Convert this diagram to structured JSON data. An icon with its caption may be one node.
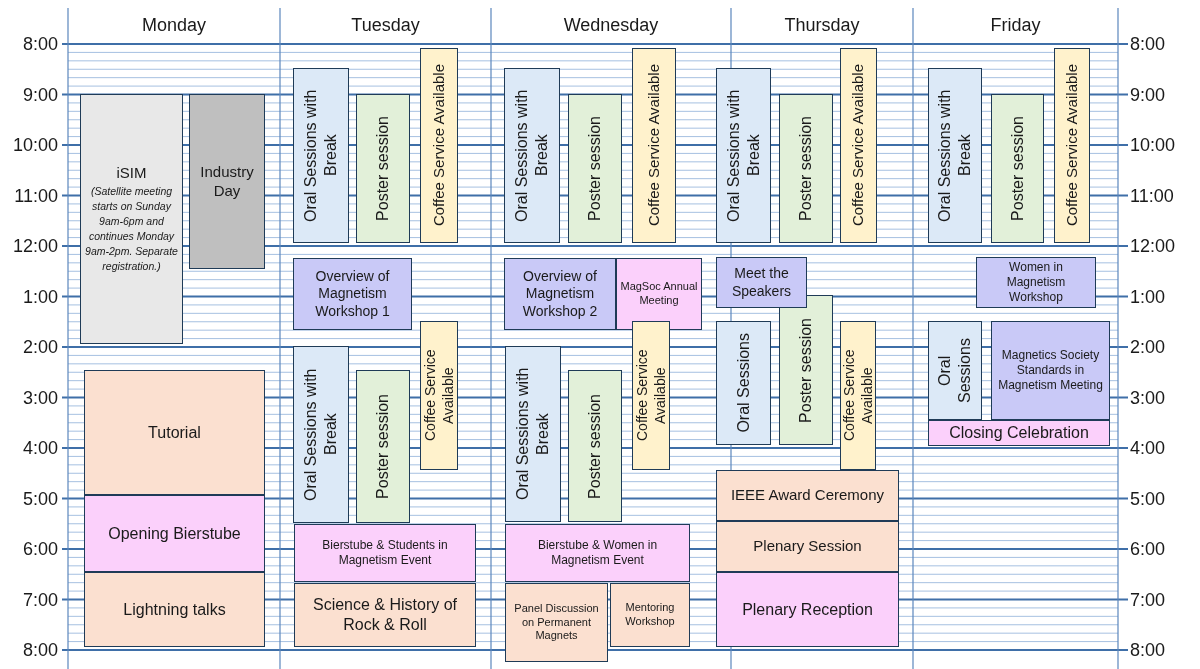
{
  "diagram": {
    "nodes": [
      {
        "text": [
          "iSIM",
          "(Satellite meeting starts on Sunday 9am-6pm and continues Monday 9am-2pm. Separate registration.)"
        ]
      },
      {
        "text": [
          "Industry Day"
        ]
      },
      {
        "text": [
          "Tutorial"
        ]
      },
      {
        "text": [
          "Opening Bierstube"
        ]
      },
      {
        "text": [
          "Lightning talks"
        ]
      },
      {
        "text": [
          "Oral Sessions with Break"
        ]
      },
      {
        "text": [
          "Poster session"
        ]
      },
      {
        "text": [
          "Coffee Service Available"
        ]
      },
      {
        "text": [
          "Overview of Magnetism Workshop 1"
        ]
      },
      {
        "text": [
          "Oral Sessions with Break"
        ]
      },
      {
        "text": [
          "Poster session"
        ]
      },
      {
        "text": [
          "Coffee Service Available"
        ]
      },
      {
        "text": [
          "Bierstube & Students in Magnetism Event"
        ]
      },
      {
        "text": [
          "Science & History of Rock & Roll"
        ]
      },
      {
        "text": [
          "Oral Sessions with Break"
        ]
      },
      {
        "text": [
          "Poster session"
        ]
      },
      {
        "text": [
          "Coffee Service Available"
        ]
      },
      {
        "text": [
          "Overview of Magnetism Workshop 2"
        ]
      },
      {
        "text": [
          "MagSoc Annual Meeting"
        ]
      },
      {
        "text": [
          "Oral Sessions with Break"
        ]
      },
      {
        "text": [
          "Poster session"
        ]
      },
      {
        "text": [
          "Coffee Service Available"
        ]
      },
      {
        "text": [
          "Bierstube & Women in Magnetism Event"
        ]
      },
      {
        "text": [
          "Panel Discussion on Permanent Magnets"
        ]
      },
      {
        "text": [
          "Mentoring Workshop"
        ]
      },
      {
        "text": [
          "Oral Sessions with Break"
        ]
      },
      {
        "text": [
          "Poster session"
        ]
      },
      {
        "text": [
          "Coffee Service Available"
        ]
      },
      {
        "text": [
          "Meet the Speakers"
        ]
      },
      {
        "text": [
          "Poster session"
        ]
      },
      {
        "text": [
          "Oral Sessions"
        ]
      },
      {
        "text": [
          "Coffee Service Available"
        ]
      },
      {
        "text": [
          "IEEE Award Ceremony"
        ]
      },
      {
        "text": [
          "Plenary Session"
        ]
      },
      {
        "text": [
          "Plenary Reception"
        ]
      },
      {
        "text": [
          "Oral Sessions with Break"
        ]
      },
      {
        "text": [
          "Poster session"
        ]
      },
      {
        "text": [
          "Coffee Service Available"
        ]
      },
      {
        "text": [
          "Women in Magnetism Workshop"
        ]
      },
      {
        "text": [
          "Oral Sessions"
        ]
      },
      {
        "text": [
          "Magnetics Society Standards in Magnetism Meeting"
        ]
      },
      {
        "text": [
          "Closing Celebration"
        ]
      }
    ],
    "labels": [
      "Monday",
      "Tuesday",
      "Wednesday",
      "Thursday",
      "Friday",
      "8:00",
      "8:00",
      "9:00",
      "9:00",
      "10:00",
      "10:00",
      "11:00",
      "11:00",
      "12:00",
      "12:00",
      "1:00",
      "1:00",
      "2:00",
      "2:00",
      "3:00",
      "3:00",
      "4:00",
      "4:00",
      "5:00",
      "5:00",
      "6:00",
      "6:00",
      "7:00",
      "7:00",
      "8:00",
      "8:00"
    ]
  }
}
